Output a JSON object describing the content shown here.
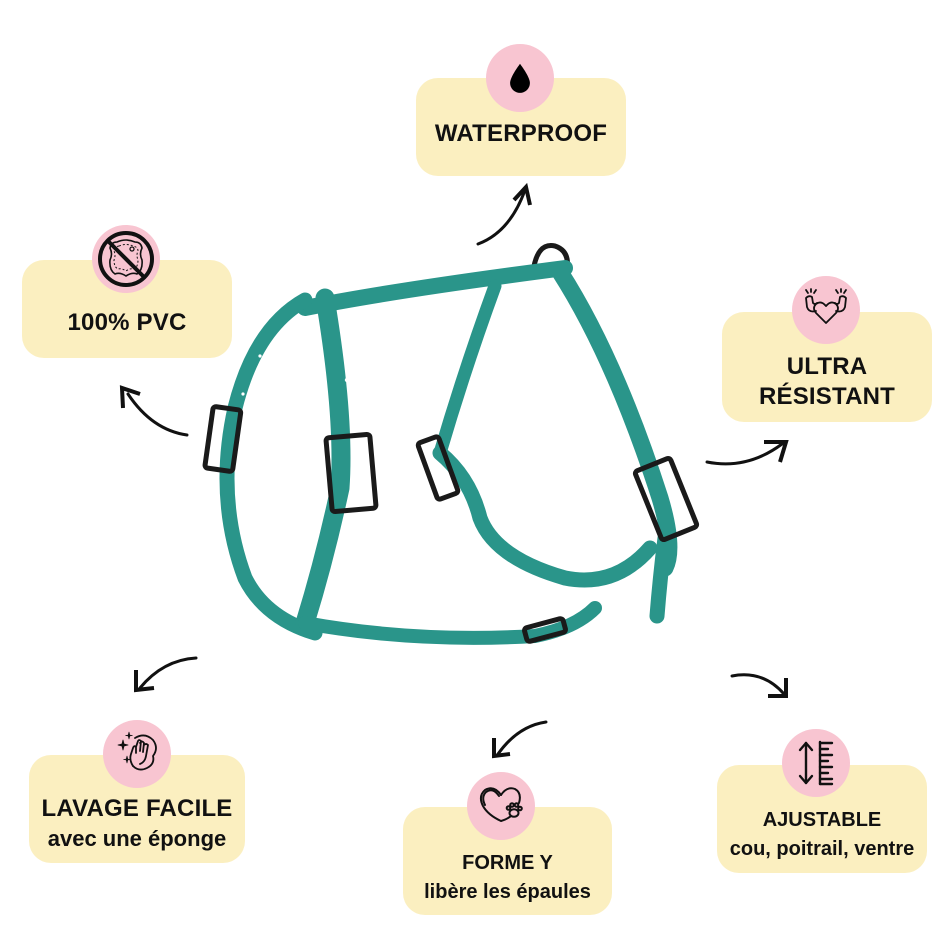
{
  "product": {
    "name": "harness-y-shape",
    "colors": {
      "strap": "#2a958a",
      "strap_dark": "#1f7a70",
      "hardware": "#1a1a1a",
      "card_bg": "#fbefc0",
      "badge_bg": "#f8c5d1",
      "text": "#111111"
    }
  },
  "features": {
    "waterproof": {
      "icon": "water-drop-icon",
      "title": "WATERPROOF"
    },
    "pvc": {
      "icon": "no-leather-icon",
      "title": "100% PVC"
    },
    "resistant": {
      "icon": "strong-heart-icon",
      "title_line1": "ULTRA",
      "title_line2": "RÉSISTANT"
    },
    "washable": {
      "icon": "hand-wipe-sparkle-icon",
      "title": "LAVAGE FACILE",
      "subtitle": "avec une éponge"
    },
    "shape": {
      "icon": "heart-paw-icon",
      "title": "FORME Y",
      "subtitle": "libère les épaules"
    },
    "adjustable": {
      "icon": "adjust-ruler-icon",
      "title": "AJUSTABLE",
      "subtitle": "cou, poitrail, ventre"
    }
  }
}
